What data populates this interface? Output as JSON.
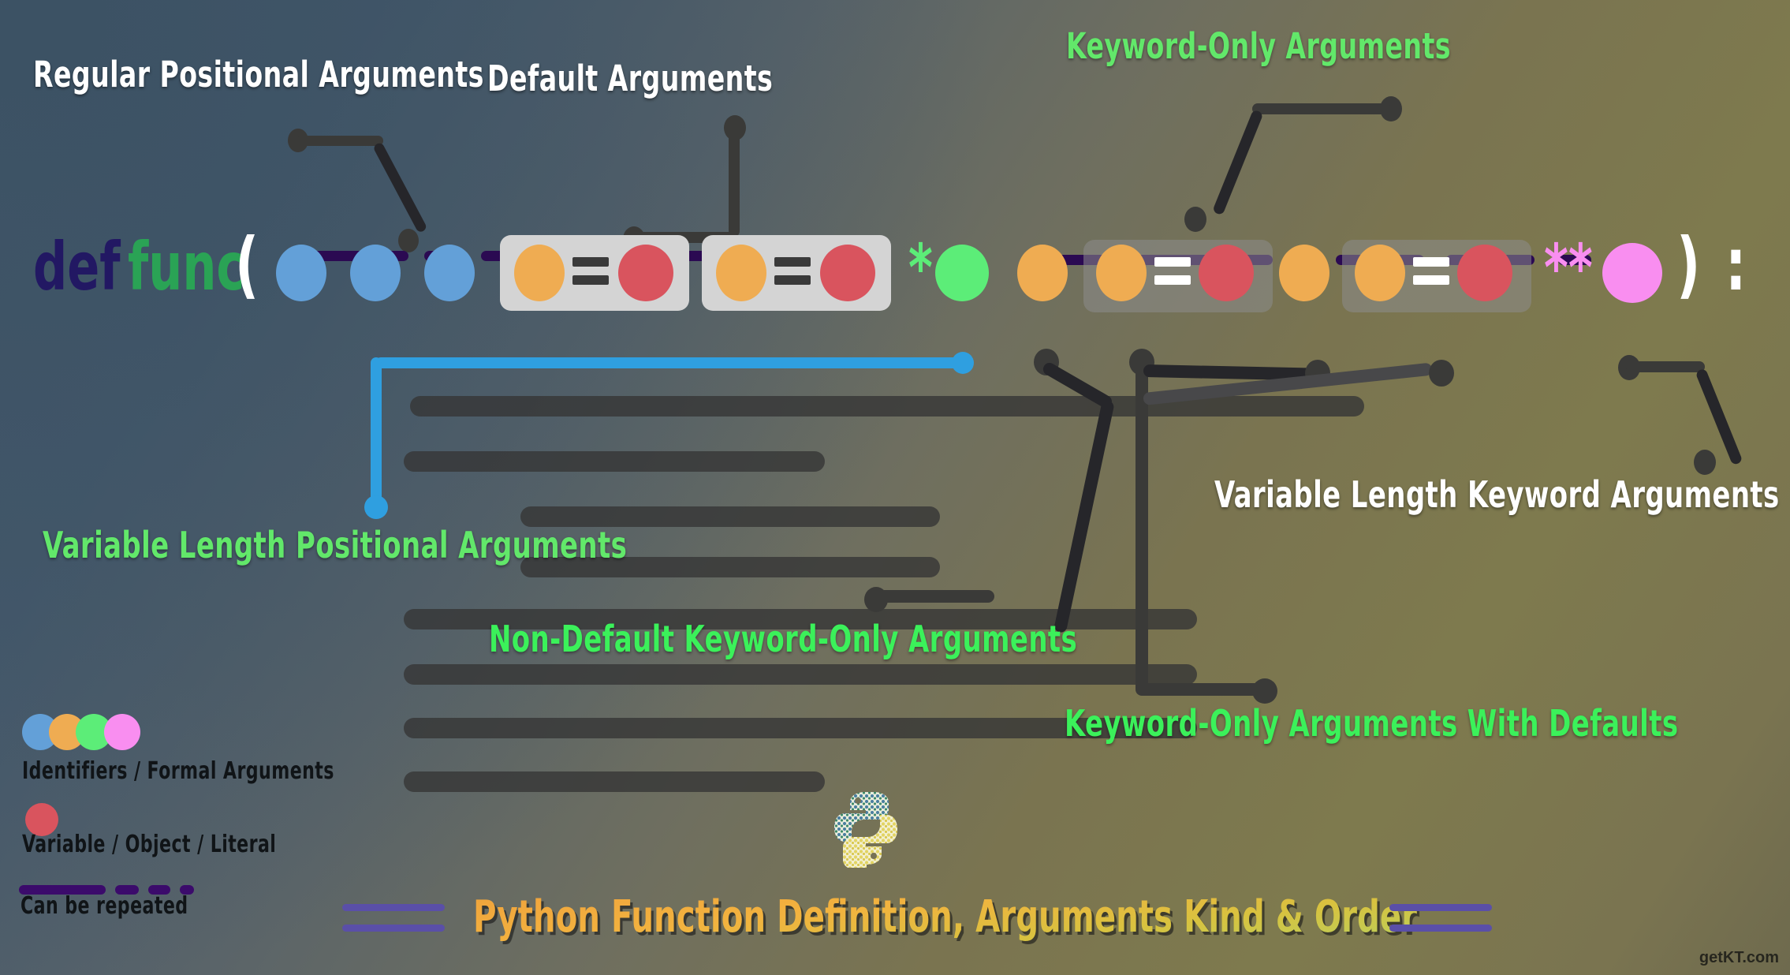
{
  "title": "Python Function Definition, Arguments Kind & Order",
  "watermark": "getKT.com",
  "code": {
    "keyword_def": "def",
    "func_name": "func",
    "paren_open": "(",
    "star": "*",
    "double_star": "**",
    "paren_close": ")",
    "colon": ":"
  },
  "callouts": {
    "regular_positional": "Regular Positional Arguments",
    "default_arguments": "Default Arguments",
    "keyword_only": "Keyword-Only Arguments",
    "var_len_positional": "Variable Length Positional Arguments",
    "var_len_keyword": "Variable Length Keyword Arguments",
    "non_default_keyword_only": "Non-Default Keyword-Only Arguments",
    "keyword_only_with_defaults": "Keyword-Only Arguments With Defaults"
  },
  "legend": {
    "identifiers_label": "Identifiers / Formal Arguments",
    "variable_label": "Variable / Object / Literal",
    "repeat_label": "Can be repeated"
  },
  "colors": {
    "identifier_blue": "#63a0d8",
    "identifier_orange": "#efac52",
    "identifier_green": "#5ced78",
    "identifier_pink": "#f98ef0",
    "literal_red": "#d9545e",
    "keyword_navy": "#221863",
    "func_green": "#2aa355",
    "accent_white": "#ffffff",
    "dash_purple": "#2b0a52",
    "callout_green": "#62e86a",
    "title_gold": "#f0a23c",
    "connector_dark": "#3a3a38",
    "connector_blue": "#2f9fe0",
    "box_light": "#d4d4d4",
    "box_gray": "rgba(140,140,140,.55)"
  }
}
